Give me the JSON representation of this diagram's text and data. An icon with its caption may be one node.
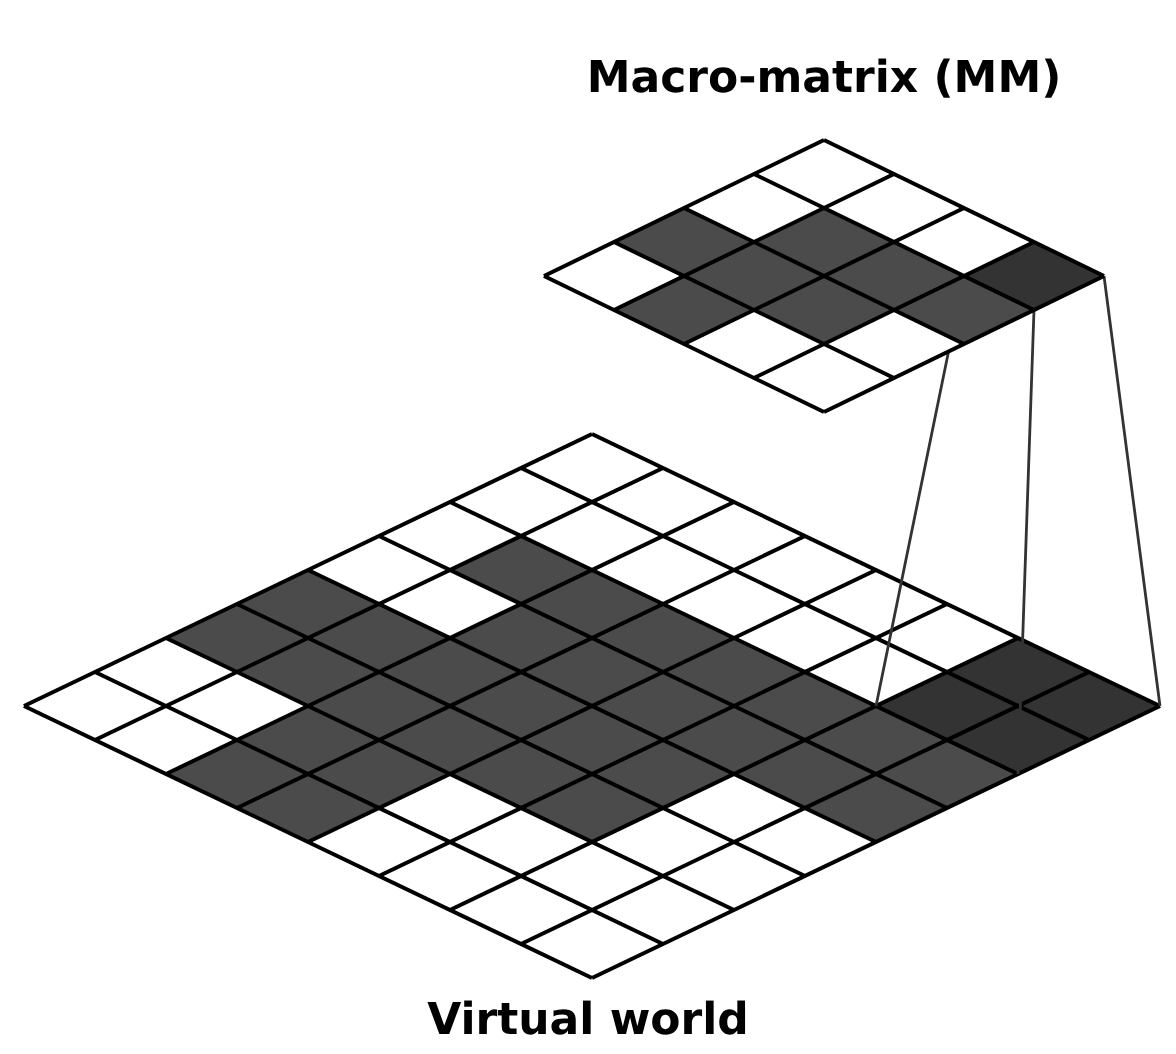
{
  "diagram": {
    "nodes": [
      {
        "text": [
          "Macro-matrix (MM)"
        ]
      },
      {
        "text": [],
        "shape": "diamond",
        "in": 0
      },
      {
        "text": [
          "Virtual world"
        ]
      },
      {
        "text": [],
        "shape": "diamond",
        "in": 2
      }
    ],
    "edges": [
      {
        "from": 1,
        "to": 3,
        "arrow": "none"
      }
    ]
  }
}
